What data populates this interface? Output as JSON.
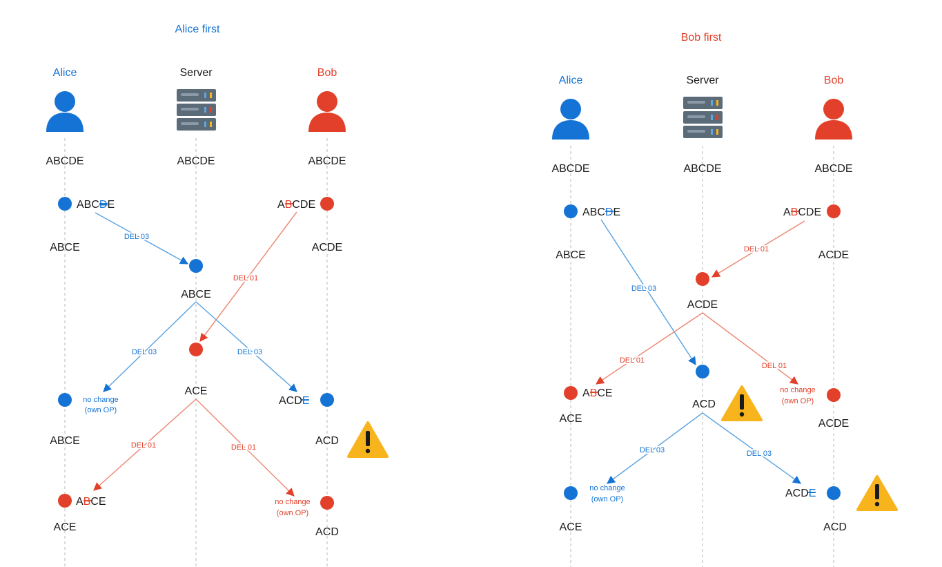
{
  "colors": {
    "alice": "#1473d4",
    "bob": "#e2402a",
    "bob_line": "#ec8b78",
    "alice_line": "#5fa6e2",
    "warn": "#f7b41d",
    "server_dark": "#5c6b78",
    "server_light": "#8a9aa8",
    "guide": "#cfcfcf",
    "text": "#1a1a1a"
  },
  "left": {
    "title": "Alice first",
    "actors": {
      "alice": "Alice",
      "server": "Server",
      "bob": "Bob"
    },
    "initial": {
      "alice": "ABCDE",
      "server": "ABCDE",
      "bob": "ABCDE"
    },
    "alice_edit": {
      "pre": "ABC",
      "struck": "D",
      "post": "E",
      "result": "ABCE"
    },
    "bob_edit": {
      "pre": "A",
      "struck": "B",
      "post": "CDE",
      "result": "ACDE"
    },
    "op_alice": "DEL 03",
    "op_bob": "DEL 01",
    "server_after_alice": "ABCE",
    "server_after_bob": "ACE",
    "alice_no_change": [
      "no change",
      "(own OP)"
    ],
    "alice_after_own": "ABCE",
    "bob_recv_edit": {
      "pre": "ACD",
      "struck": "E",
      "post": ""
    },
    "bob_after_recv": "ACD",
    "alice_final_edit": {
      "pre": "A",
      "struck": "B",
      "post": "CE"
    },
    "alice_final": "ACE",
    "bob_no_change": [
      "no change",
      "(own OP)"
    ],
    "bob_final": "ACD"
  },
  "right": {
    "title": "Bob first",
    "actors": {
      "alice": "Alice",
      "server": "Server",
      "bob": "Bob"
    },
    "initial": {
      "alice": "ABCDE",
      "server": "ABCDE",
      "bob": "ABCDE"
    },
    "alice_edit": {
      "pre": "ABC",
      "struck": "D",
      "post": "E",
      "result": "ABCE"
    },
    "bob_edit": {
      "pre": "A",
      "struck": "B",
      "post": "CDE",
      "result": "ACDE"
    },
    "op_alice": "DEL 03",
    "op_bob": "DEL 01",
    "server_after_bob": "ACDE",
    "server_after_alice": "ACD",
    "alice_recv_edit": {
      "pre": "A",
      "struck": "B",
      "post": "CE"
    },
    "alice_after_recv": "ACE",
    "bob_no_change": [
      "no change",
      "(own OP)"
    ],
    "bob_after_own": "ACDE",
    "alice_no_change": [
      "no change",
      "(own OP)"
    ],
    "alice_final": "ACE",
    "bob_final_edit": {
      "pre": "ACD",
      "struck": "E",
      "post": ""
    },
    "bob_final": "ACD"
  }
}
